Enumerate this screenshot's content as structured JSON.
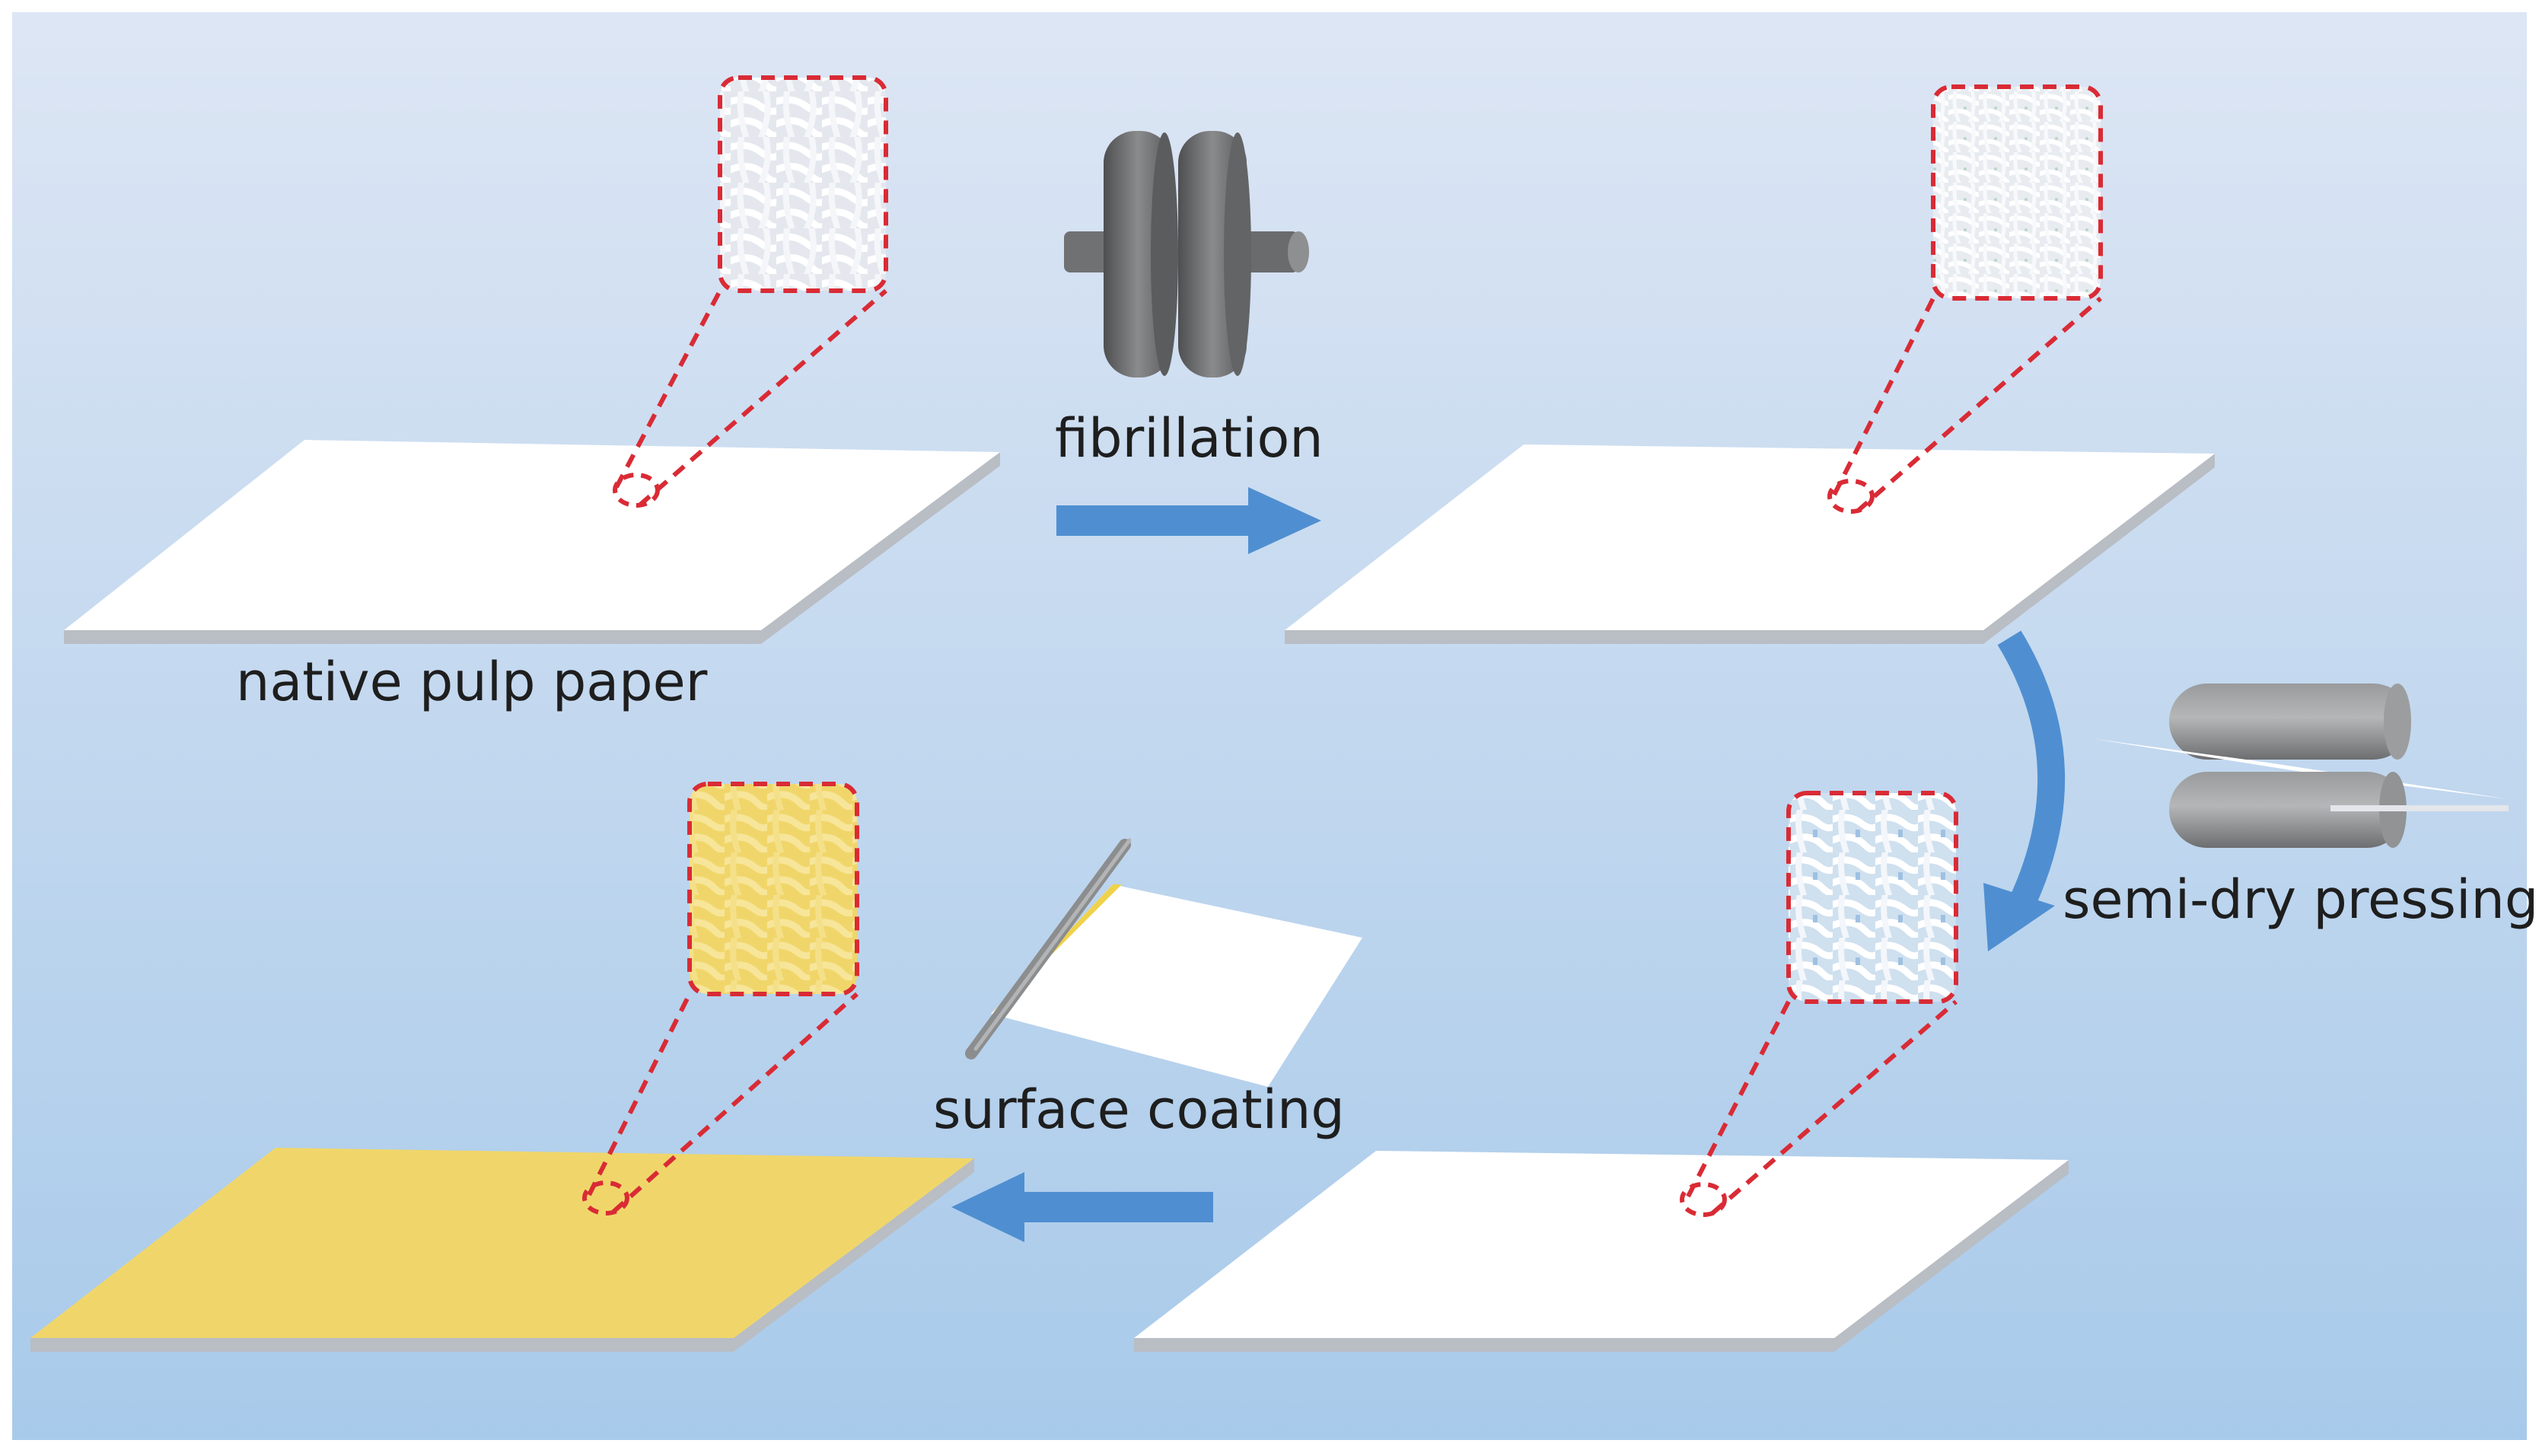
{
  "labels": {
    "native": "native pulp paper",
    "fibrillation": "fibrillation",
    "pressing": "semi-dry pressing",
    "coating": "surface coating"
  },
  "colors": {
    "background_top": "#dce5f3",
    "background_bottom": "#a9cbeb",
    "paper": "#ffffff",
    "paper_edge": "#b9bdc4",
    "coating_yellow": "#f0d66a",
    "arrow_blue": "#4f8fd1",
    "callout_red": "#d92b35",
    "roller_gray": "#7d7e80"
  }
}
